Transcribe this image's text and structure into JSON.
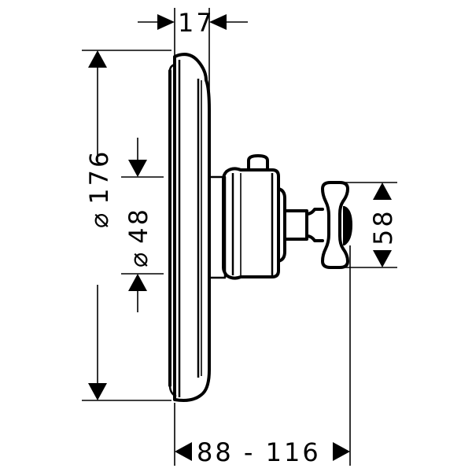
{
  "drawing": {
    "type": "technical dimension drawing",
    "subject": "thermostatic mixer trim, side view",
    "colors": {
      "line": "#000000",
      "background": "#ffffff"
    }
  },
  "dimensions": {
    "plate_depth": {
      "value": "17"
    },
    "plate_diameter": {
      "symbol": "⌀",
      "value": "176"
    },
    "body_diameter": {
      "symbol": "⌀",
      "value": "48"
    },
    "handle_height": {
      "value": "58"
    },
    "projection": {
      "value": "88 - 116"
    }
  }
}
